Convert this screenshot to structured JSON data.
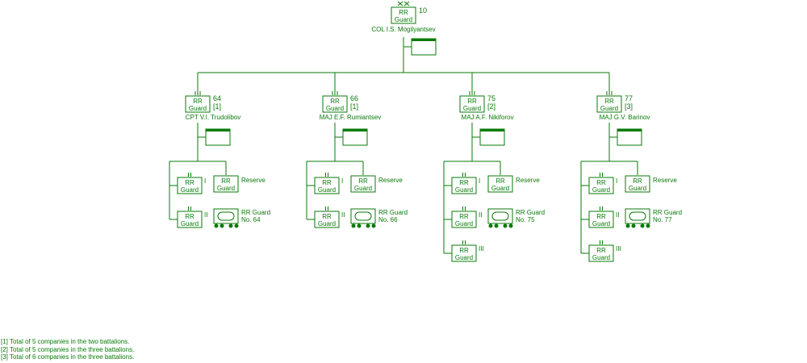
{
  "regiment": {
    "line1": "RR",
    "line2": "Guard",
    "size_mark": "XX",
    "number": "10",
    "commander": "COL I.S. Mogilyantsev"
  },
  "battalions": [
    {
      "line1": "RR",
      "line2": "Guard",
      "size_mark": "III",
      "number": "64",
      "note": "[1]",
      "commander": "CPT  V.I. Trudolibov",
      "companies": [
        {
          "line1": "RR",
          "line2": "Guard",
          "size_mark": "II",
          "roman": "I"
        },
        {
          "line1": "RR",
          "line2": "Guard",
          "size_mark": "II",
          "roman": "II"
        }
      ],
      "reserve": {
        "line1": "RR",
        "line2": "Guard",
        "label": "Reserve"
      },
      "train": {
        "label1": "RR Guard",
        "label2": "No. 64"
      }
    },
    {
      "line1": "RR",
      "line2": "Guard",
      "size_mark": "III",
      "number": "66",
      "note": "[1]",
      "commander": "MAJ  E.F. Rumiantsev",
      "companies": [
        {
          "line1": "RR",
          "line2": "Guard",
          "size_mark": "II",
          "roman": "I"
        },
        {
          "line1": "RR",
          "line2": "Guard",
          "size_mark": "II",
          "roman": "II"
        }
      ],
      "reserve": {
        "line1": "RR",
        "line2": "Guard",
        "label": "Reserve"
      },
      "train": {
        "label1": "RR Guard",
        "label2": "No. 66"
      }
    },
    {
      "line1": "RR",
      "line2": "Guard",
      "size_mark": "III",
      "number": "75",
      "note": "[2]",
      "commander": "MAJ  A.F. Nikiforov",
      "companies": [
        {
          "line1": "RR",
          "line2": "Guard",
          "size_mark": "II",
          "roman": "I"
        },
        {
          "line1": "RR",
          "line2": "Guard",
          "size_mark": "II",
          "roman": "II"
        },
        {
          "line1": "RR",
          "line2": "Guard",
          "size_mark": "II",
          "roman": "III"
        }
      ],
      "reserve": {
        "line1": "RR",
        "line2": "Guard",
        "label": "Reserve"
      },
      "train": {
        "label1": "RR Guard",
        "label2": "No. 75"
      }
    },
    {
      "line1": "RR",
      "line2": "Guard",
      "size_mark": "III",
      "number": "77",
      "note": "[3]",
      "commander": "MAJ  G.V. Barinov",
      "companies": [
        {
          "line1": "RR",
          "line2": "Guard",
          "size_mark": "II",
          "roman": "I"
        },
        {
          "line1": "RR",
          "line2": "Guard",
          "size_mark": "II",
          "roman": "II"
        },
        {
          "line1": "RR",
          "line2": "Guard",
          "size_mark": "II",
          "roman": "III"
        }
      ],
      "reserve": {
        "line1": "RR",
        "line2": "Guard",
        "label": "Reserve"
      },
      "train": {
        "label1": "RR Guard",
        "label2": "No. 77"
      }
    }
  ],
  "notes": [
    "[1] Total of 5 companies in the two battalions.",
    "[2] Total of 5 companies in the three battalions.",
    "[3] Total of 6 companies in the three battalions."
  ],
  "colors": {
    "line": "#0a7a0a",
    "background": "#ffffff"
  }
}
